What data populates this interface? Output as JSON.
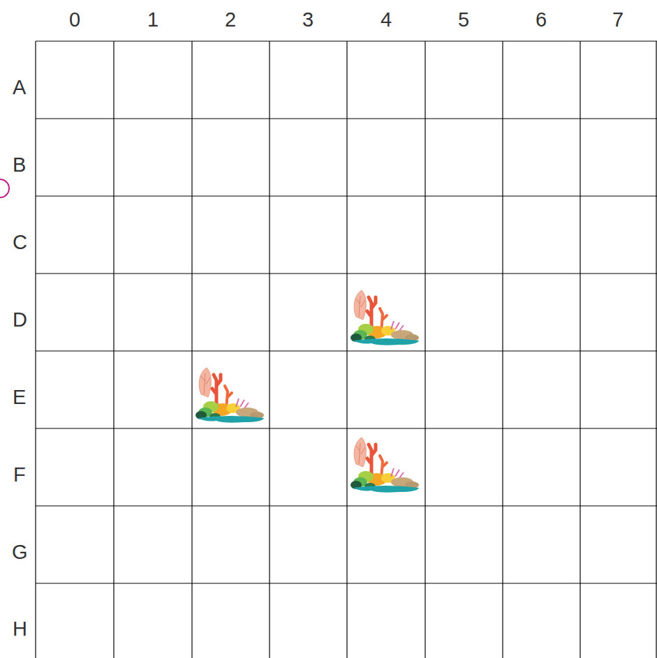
{
  "diagram": {
    "labels": [
      "0",
      "1",
      "2",
      "3",
      "4",
      "5",
      "6",
      "7",
      "A",
      "B",
      "C",
      "D",
      "E",
      "F",
      "G",
      "H"
    ]
  }
}
